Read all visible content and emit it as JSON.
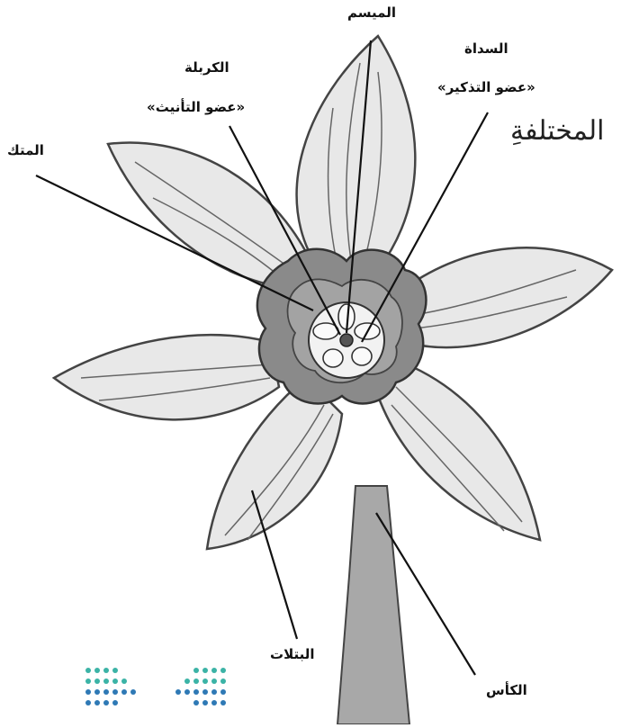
{
  "diagram": {
    "labels": {
      "stigma": "الميسم",
      "carpel": "الكربلة",
      "carpel_note": "«عضو التأنيث»",
      "stamen": "السداة",
      "stamen_note": "«عضو التذكير»",
      "anther": "المتك",
      "petals": "البتلات",
      "sepals": "الكأس"
    },
    "fragment_text": "المختلفةِ"
  },
  "colors": {
    "ink": "#111111",
    "petal_fill": "#e6e6e6",
    "corona_fill": "#8a8a8a",
    "stem_fill": "#a8a8a8",
    "logo_teal": "#3bb3a6",
    "logo_blue": "#2e79b5"
  }
}
